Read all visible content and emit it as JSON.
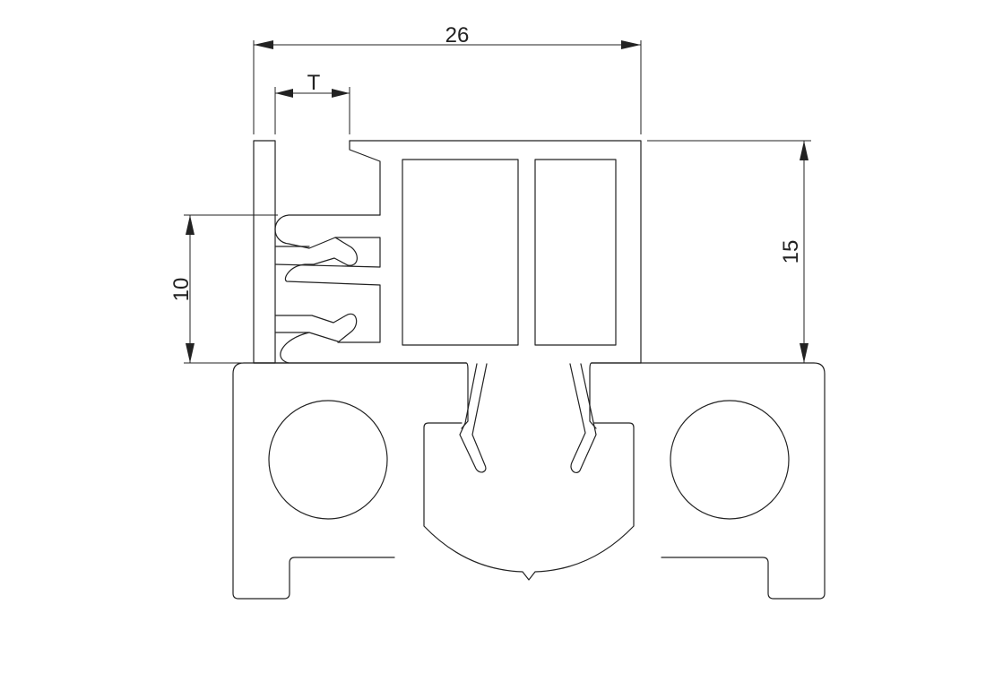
{
  "dimensions": {
    "width_label": "26",
    "thickness_label": "T",
    "height_label": "15",
    "comb_height_label": "10"
  },
  "colors": {
    "line": "#222222",
    "background": "#ffffff"
  }
}
